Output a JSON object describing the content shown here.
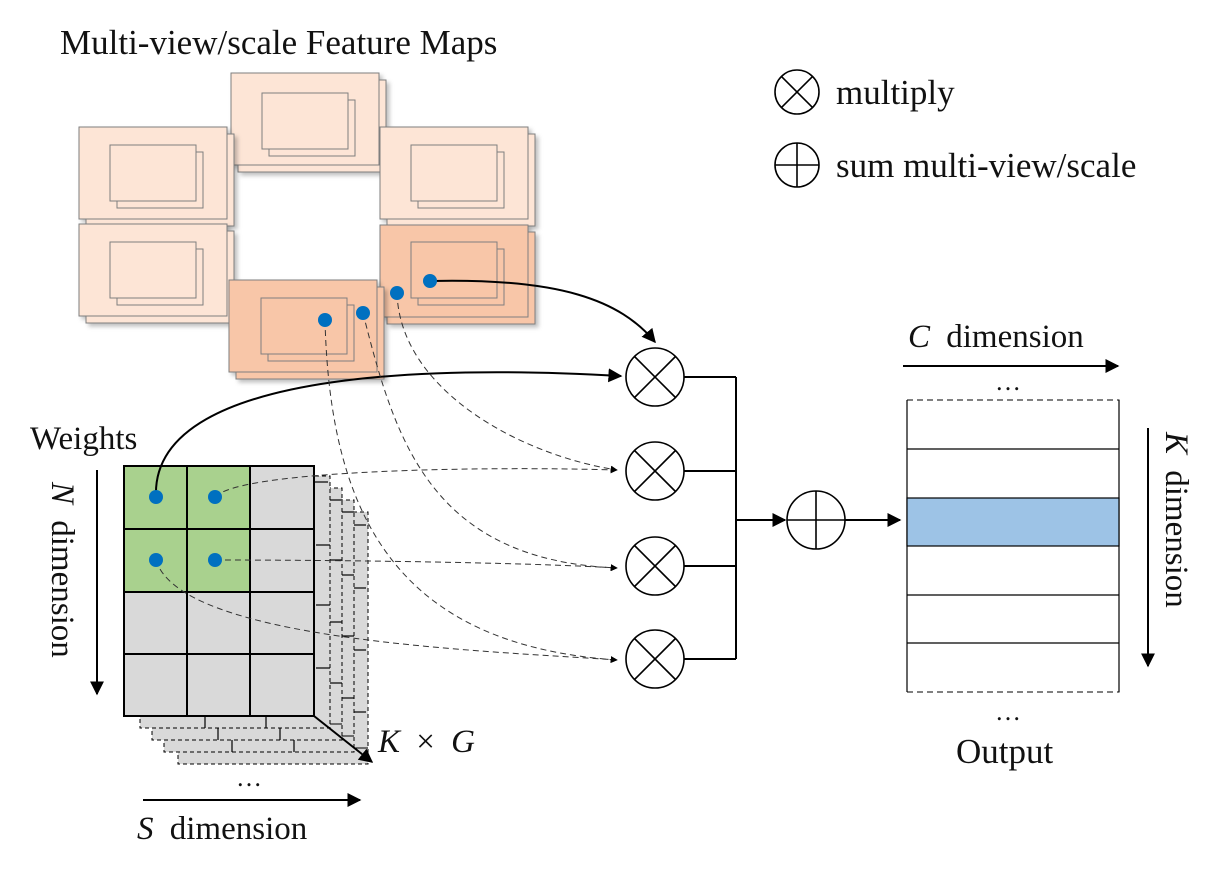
{
  "title": "Multi-view/scale Feature Maps",
  "legend": {
    "multiply_label": "multiply",
    "sum_label": "sum multi-view/scale"
  },
  "weights": {
    "label": "Weights",
    "n_dimension": {
      "var": "N",
      "text": "dimension"
    },
    "s_dimension": {
      "var": "S",
      "text": "dimension"
    },
    "depth_label": {
      "k": "K",
      "op": "×",
      "g": "G"
    },
    "ellipsis": "…",
    "grid": {
      "rows": 4,
      "cols": 3,
      "highlight_rows": 2,
      "highlight_cols": 2
    }
  },
  "output": {
    "label": "Output",
    "c_dimension": {
      "var": "C",
      "text": "dimension"
    },
    "k_dimension": {
      "var": "K",
      "text": "dimension"
    },
    "ellipsis_top": "…",
    "ellipsis_bottom": "…",
    "rows": 6,
    "highlight_row": 2
  },
  "colors": {
    "feature_light": "#fde5d6",
    "feature_dark": "#f8c6a8",
    "feature_border": "#7f7f7f",
    "weight_green": "#a9d18e",
    "weight_gray": "#d9d9d9",
    "output_highlight": "#9dc3e6",
    "dot_blue": "#0070c0"
  }
}
